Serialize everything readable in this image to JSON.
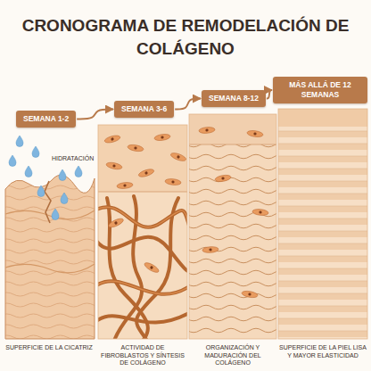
{
  "diagram": {
    "title": "CRONOGRAMA DE REMODELACIÓN DE COLÁGENO",
    "nodes": [
      {
        "text": [
          "SEMANA 1-2"
        ]
      },
      {
        "text": [
          "SEMANA 3-6"
        ]
      },
      {
        "text": [
          "SEMANA 8-12"
        ]
      },
      {
        "text": [
          "MÁS ALLÁ DE 12 SEMANAS"
        ]
      }
    ],
    "edges": [
      {
        "from": 0,
        "to": 1,
        "arrow": "to"
      },
      {
        "from": 1,
        "to": 2,
        "arrow": "to"
      },
      {
        "from": 2,
        "to": 3,
        "arrow": "to"
      }
    ],
    "labels": [
      "HIDRATACIÓN",
      "SUPERFICIE DE LA CICATRIZ",
      "ACTIVIDAD DE FIBROBLASTOS Y SÍNTESIS DE COLÁGENO",
      "ORGANIZACIÓN Y MADURACIÓN DEL COLÁGENO",
      "SUPERFICIE DE LA PIEL LISA Y MAYOR ELASTICIDAD"
    ]
  }
}
